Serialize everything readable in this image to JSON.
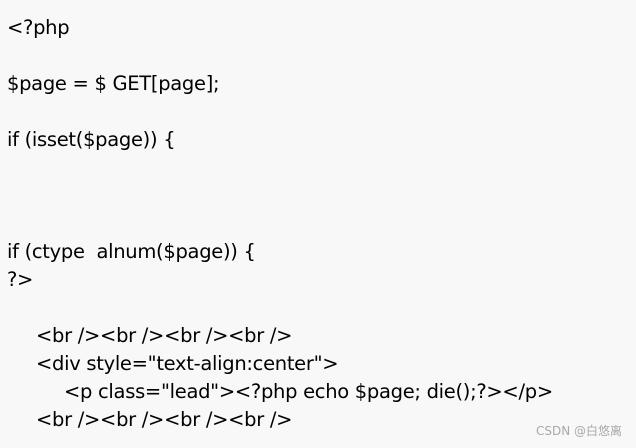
{
  "code": {
    "lines": [
      "<?php",
      "$page = $ GET[page];",
      "if (isset($page)) {",
      "if (ctype  alnum($page)) {",
      "?>",
      "<br /><br /><br /><br />",
      "<div style=\"text-align:center\">",
      "<p class=\"lead\"><?php echo $page; die();?></p>",
      "<br /><br /><br /><br />"
    ]
  },
  "watermark": {
    "text": "CSDN @白悠离"
  }
}
